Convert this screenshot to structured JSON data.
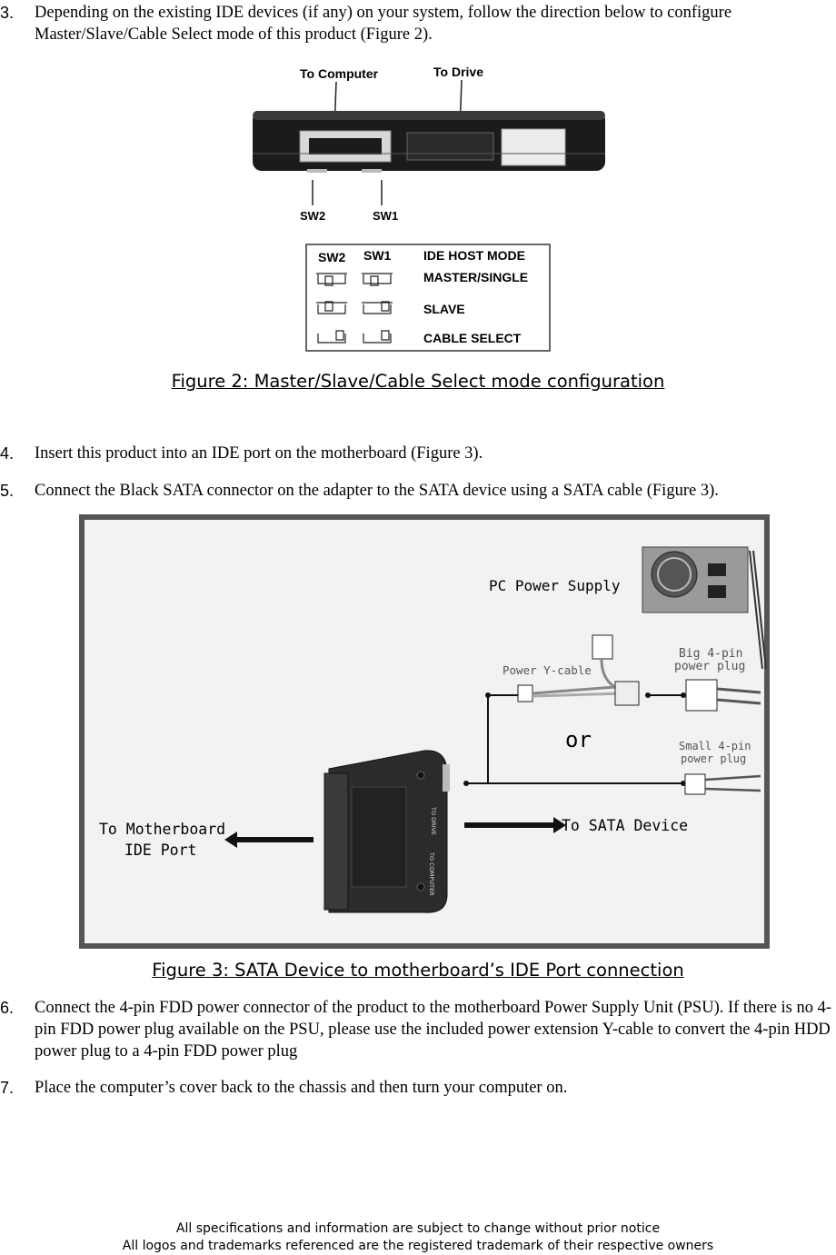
{
  "steps": [
    {
      "number": "3.",
      "text": "Depending on the existing IDE devices (if any) on your system, follow the direction below to configure Master/Slave/Cable Select mode of this product (Figure 2)."
    },
    {
      "number": "4.",
      "text": "Insert this product into an IDE port on the motherboard (Figure 3)."
    },
    {
      "number": "5.",
      "text": "Connect the Black SATA connector on the adapter to the SATA device using a SATA cable (Figure 3)."
    },
    {
      "number": "6.",
      "text": "Connect the 4-pin FDD power connector of the product to the motherboard Power Supply Unit (PSU). If there is no 4-pin FDD power plug available on the PSU, please use the included power extension Y-cable to convert the 4-pin HDD power plug to a 4-pin FDD power plug"
    },
    {
      "number": "7.",
      "text": "Place the computer’s cover back to the chassis and then turn your computer on."
    }
  ],
  "figure2": {
    "caption": "Figure 2: Master/Slave/Cable Select mode configuration",
    "label_to_computer": "To Computer",
    "label_to_drive": "To Drive",
    "label_sw2": "SW2",
    "label_sw1": "SW1",
    "table": {
      "col_sw2": "SW2",
      "col_sw1": "SW1",
      "col_mode": "IDE HOST MODE",
      "rows": [
        "MASTER/SINGLE",
        "SLAVE",
        "CABLE SELECT"
      ]
    }
  },
  "figure3": {
    "caption": "Figure 3: SATA Device to motherboard’s IDE Port connection",
    "pc_power_supply": "PC Power Supply",
    "power_y_cable": "Power Y-cable",
    "big_plug_line1": "Big 4-pin",
    "big_plug_line2": "power plug",
    "or": "or",
    "small_plug_line1": "Small 4-pin",
    "small_plug_line2": "power plug",
    "to_motherboard_line1": "To Motherboard",
    "to_motherboard_line2": "IDE Port",
    "to_sata_device": "To SATA Device",
    "adapter_to_drive": "TO DRIVE",
    "adapter_to_computer": "TO COMPUTER"
  },
  "footer": {
    "line1": "All specifications and information are subject to change without prior notice",
    "line2": "All logos and trademarks referenced are the registered trademark of their respective owners"
  }
}
